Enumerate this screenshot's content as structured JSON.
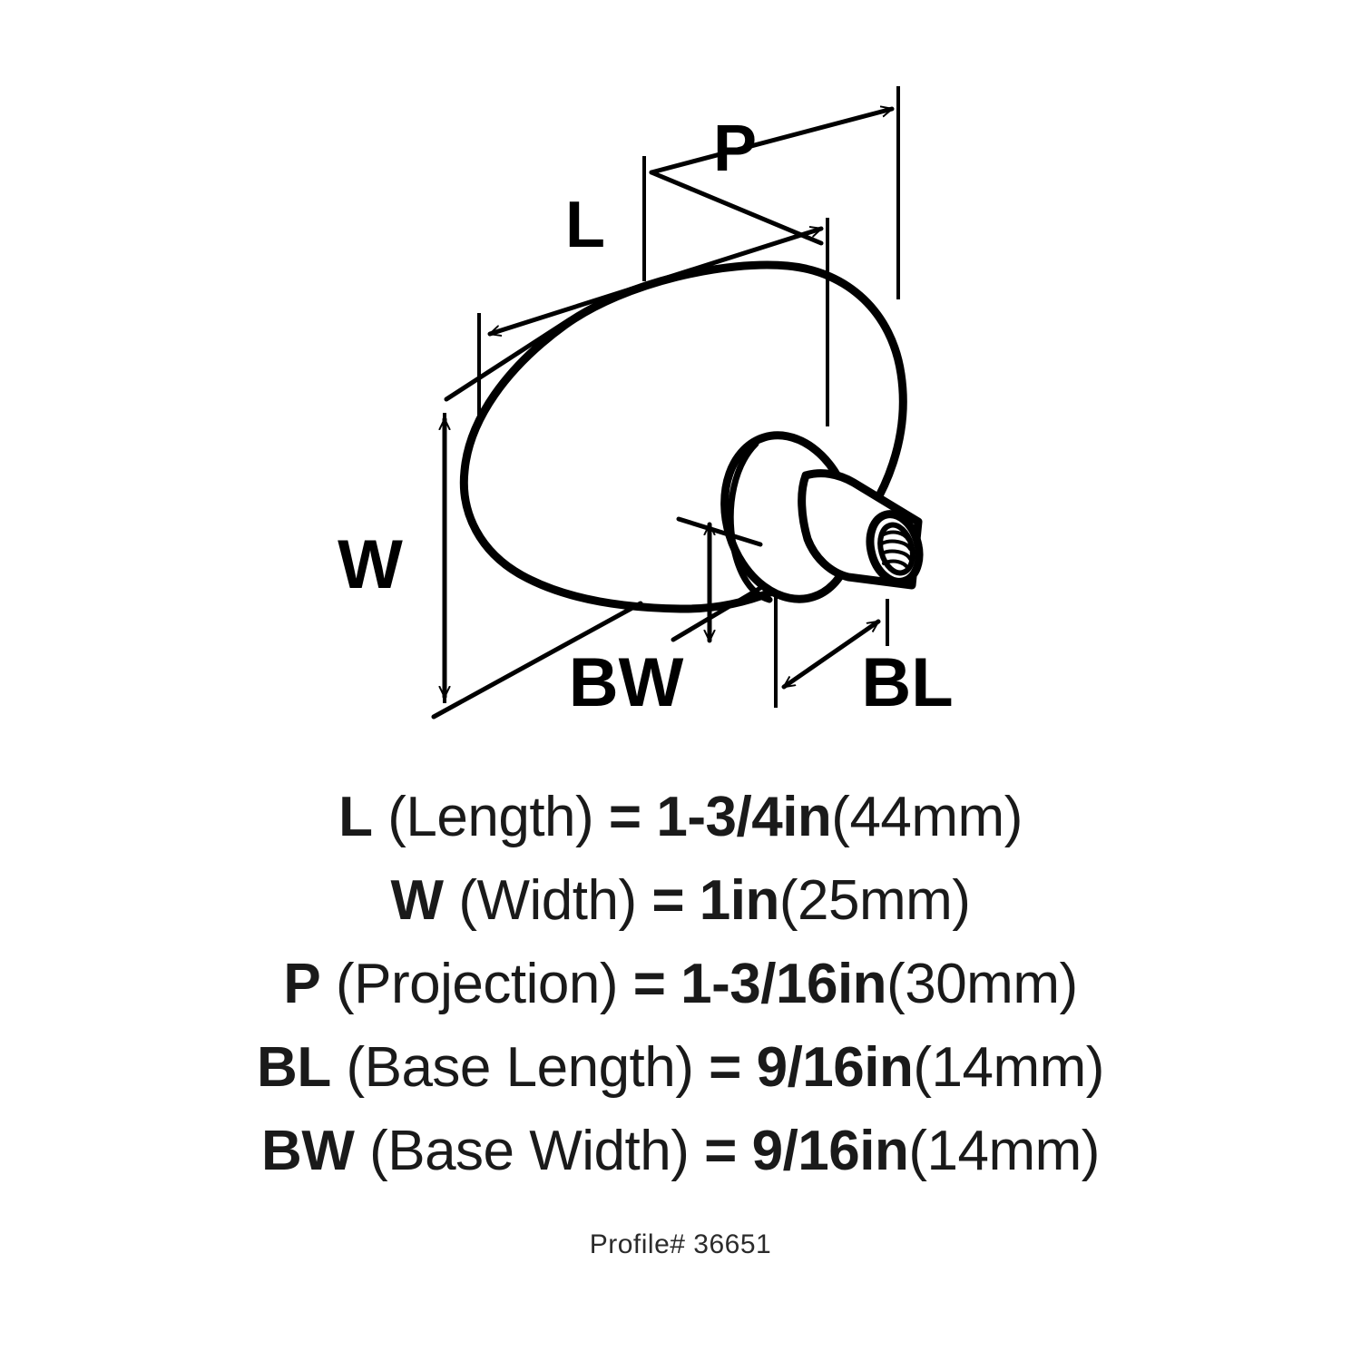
{
  "diagram": {
    "title": "knob-dimension-diagram",
    "product_shape": "oval-egg-knob",
    "stroke_color": "#000000",
    "background_color": "#ffffff",
    "labels": {
      "length": "L",
      "width": "W",
      "projection": "P",
      "base_width": "BW",
      "base_length": "BL"
    }
  },
  "specs": [
    {
      "symbol": "L",
      "description": "(Length)",
      "equals": "=",
      "imperial": "1-3/4in",
      "metric": "(44mm)"
    },
    {
      "symbol": "W",
      "description": "(Width)",
      "equals": "=",
      "imperial": "1in",
      "metric": "(25mm)"
    },
    {
      "symbol": "P",
      "description": "(Projection)",
      "equals": "=",
      "imperial": "1-3/16in",
      "metric": "(30mm)"
    },
    {
      "symbol": "BL",
      "description": "(Base Length)",
      "equals": "=",
      "imperial": "9/16in",
      "metric": "(14mm)"
    },
    {
      "symbol": "BW",
      "description": "(Base Width)",
      "equals": "=",
      "imperial": "9/16in",
      "metric": "(14mm)"
    }
  ],
  "footer": {
    "profile_label": "Profile# 36651"
  }
}
